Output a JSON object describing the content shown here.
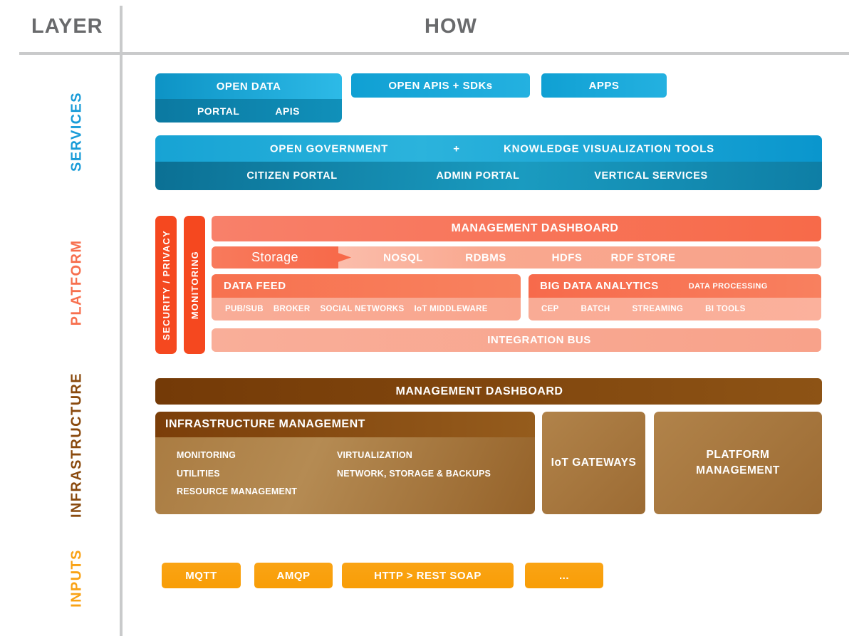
{
  "header": {
    "layer": "LAYER",
    "how": "HOW"
  },
  "sidebar": [
    {
      "id": "services",
      "label": "SERVICES",
      "color": "#1a9cd8"
    },
    {
      "id": "platform",
      "label": "PLATFORM",
      "color": "#f7704f"
    },
    {
      "id": "infrastructure",
      "label": "INFRASTRUCTURE",
      "color": "#8a4a0e"
    },
    {
      "id": "inputs",
      "label": "INPUTS",
      "color": "#f9a215"
    }
  ],
  "services": {
    "open_data": {
      "title": "OPEN DATA",
      "items": [
        "PORTAL",
        "APIS"
      ]
    },
    "open_apis_label": "OPEN APIS + SDKs",
    "apps_label": "APPS",
    "gov_top": [
      "OPEN GOVERNMENT",
      "+",
      "KNOWLEDGE VISUALIZATION TOOLS"
    ],
    "gov_bottom": [
      "CITIZEN PORTAL",
      "ADMIN PORTAL",
      "VERTICAL SERVICES"
    ]
  },
  "platform": {
    "side_bars": [
      "SECURITY / PRIVACY",
      "MONITORING"
    ],
    "management_dashboard": "MANAGEMENT DASHBOARD",
    "storage": {
      "label": "Storage",
      "items": [
        "NOSQL",
        "RDBMS",
        "HDFS",
        "RDF STORE"
      ]
    },
    "data_feed": {
      "title": "DATA FEED",
      "items": [
        "PUB/SUB",
        "BROKER",
        "SOCIAL NETWORKS",
        "IoT MIDDLEWARE"
      ]
    },
    "big_data": {
      "title": "BIG DATA ANALYTICS",
      "subtitle": "DATA PROCESSING",
      "items": [
        "CEP",
        "BATCH",
        "STREAMING",
        "BI TOOLS"
      ]
    },
    "integration_bus": "INTEGRATION BUS"
  },
  "infrastructure": {
    "management_dashboard": "MANAGEMENT DASHBOARD",
    "infra_mgmt": {
      "title": "INFRASTRUCTURE MANAGEMENT",
      "col1": [
        "MONITORING",
        "UTILITIES",
        "RESOURCE MANAGEMENT"
      ],
      "col2": [
        "VIRTUALIZATION",
        "NETWORK, STORAGE & BACKUPS"
      ]
    },
    "iot_gateways": "IoT GATEWAYS",
    "platform_management": "PLATFORM MANAGEMENT"
  },
  "inputs": {
    "items": [
      "MQTT",
      "AMQP",
      "HTTP > REST SOAP",
      "..."
    ]
  },
  "colors": {
    "services_blue": "#14a3d6",
    "services_blue_dark": "#0e7ea6",
    "platform_coral": "#f7704f",
    "platform_coral_light": "#f9a78f",
    "alert_red": "#f5481f",
    "infra_brown_dark": "#7b3e09",
    "infra_brown_light": "#aa7c42",
    "inputs_orange": "#f9a00e",
    "title_gray": "#696a6c",
    "line_gray": "#c9cacb"
  }
}
